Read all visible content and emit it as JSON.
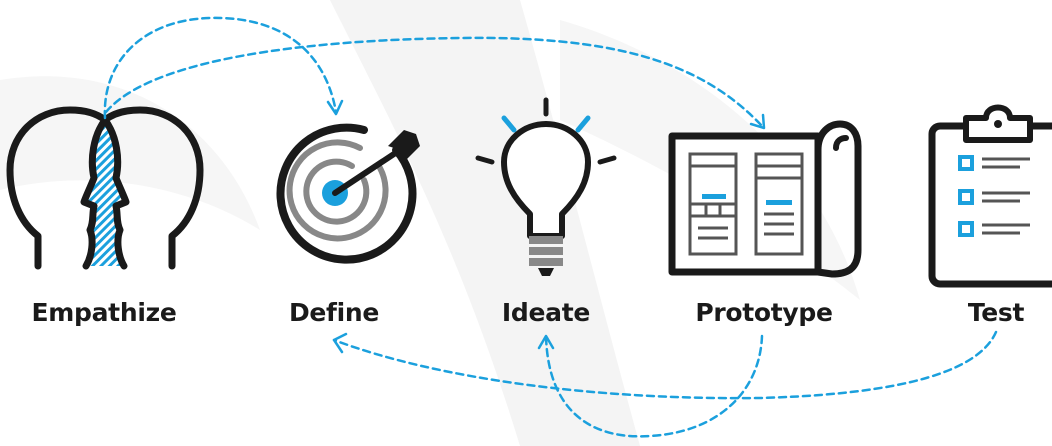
{
  "stages": [
    {
      "label": "Empathize",
      "icon": "empathize-heads-icon"
    },
    {
      "label": "Define",
      "icon": "target-arrow-icon"
    },
    {
      "label": "Ideate",
      "icon": "lightbulb-icon"
    },
    {
      "label": "Prototype",
      "icon": "blueprint-icon"
    },
    {
      "label": "Test",
      "icon": "clipboard-checklist-icon"
    }
  ],
  "colors": {
    "ink": "#1a1a1a",
    "accent": "#1ba0dd",
    "grey": "#777777",
    "watermark": "#f4f4f4"
  }
}
